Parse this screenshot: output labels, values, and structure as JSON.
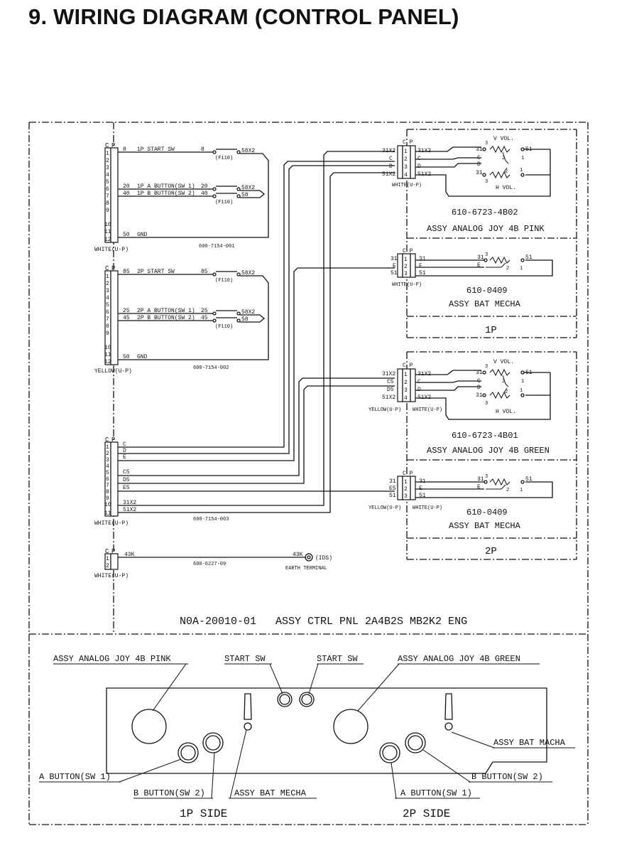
{
  "title": "9.  WIRING DIAGRAM (CONTROL PANEL)",
  "connectors": {
    "c1": {
      "pin_c": "C",
      "pin_p": "P",
      "color": "WHITE(U-P)",
      "part": "600-7154-001",
      "w8": "8",
      "lbl8": "1P START SW",
      "w20": "20",
      "lbl20": "1P A BUTTON(SW 1)",
      "w40": "40",
      "lbl40": "1P B BUTTON(SW 2)",
      "w50": "50",
      "gnd": "GND"
    },
    "c2": {
      "pin_c": "C",
      "pin_p": "P",
      "color": "YELLOW(U-P)",
      "part": "600-7154-002",
      "w85": "85",
      "lbl85": "2P START SW",
      "w25": "25",
      "lbl25": "2P A BUTTON(SW 1)",
      "w45": "45",
      "lbl45": "2P B BUTTON(SW 2)",
      "w50": "50",
      "gnd": "GND"
    },
    "c3": {
      "pin_c": "C",
      "pin_p": "P",
      "color": "WHITE(U-P)",
      "part": "600-7154-003",
      "wires": [
        "C",
        "D",
        "E",
        "C5",
        "D5",
        "E5",
        "31X2",
        "51X2"
      ]
    },
    "c4": {
      "pin_c": "C",
      "pin_p": "P",
      "color": "WHITE(U-P)",
      "part": "600-6227-09",
      "wire": "43K",
      "wire_r": "43K",
      "ids": "(IDS)",
      "earth": "EARTH TERMINAL"
    },
    "f110": "(F110)",
    "sw_in_8": "8",
    "sw_in_20": "20",
    "sw_in_40": "40",
    "sw_in_85": "85",
    "sw_in_25": "25",
    "sw_in_45": "45",
    "sw_out_1": "58X2",
    "sw_out_2": "58X2",
    "sw_out_3": "58",
    "sw_out_4": "58X2",
    "sw_out_5": "58X2",
    "sw_out_6": "58"
  },
  "panels": {
    "p1": {
      "joy": {
        "l": [
          "31X2",
          "C",
          "D",
          "51X2"
        ],
        "r": [
          "31X2",
          "C",
          "D",
          "51X2"
        ],
        "pins": [
          "1",
          "2",
          "3",
          "4"
        ],
        "color": "WHITE(U-P)",
        "v_vol": "V VOL.",
        "h_vol": "H VOL.",
        "r31a": "31",
        "r31b": "31",
        "r51": "51",
        "cc": "C",
        "dd": "D",
        "n3": "3",
        "n2": "2",
        "n1": "1",
        "n3b": "3",
        "n2b": "2",
        "n1b": "1",
        "part": "610-6723-4B02",
        "name": "ASSY ANALOG JOY 4B PINK"
      },
      "bat": {
        "l": [
          "31",
          "E",
          "51"
        ],
        "r": [
          "31",
          "E",
          "51"
        ],
        "pins": [
          "1",
          "2",
          "3"
        ],
        "color": "WHITE(U-P)",
        "r31": "31",
        "ee": "E",
        "n3": "3",
        "n2": "2",
        "n1": "1",
        "r51": "51",
        "part": "610-0409",
        "name": "ASSY BAT MECHA"
      },
      "label": "1P"
    },
    "p2": {
      "joy": {
        "l": [
          "31X2",
          "C5",
          "D5",
          "51X2"
        ],
        "r": [
          "31X2",
          "C",
          "D",
          "51X2"
        ],
        "pins": [
          "1",
          "2",
          "3",
          "4"
        ],
        "color_l": "YELLOW(U-P)",
        "color_r": "WHITE(U-P)",
        "v_vol": "V VOL.",
        "h_vol": "H VOL.",
        "r31a": "31",
        "r31b": "31",
        "r51": "51",
        "cc": "C",
        "dd": "D",
        "n3": "3",
        "n2": "2",
        "n1": "1",
        "n3b": "3",
        "n2b": "2",
        "n1b": "1",
        "part": "610-6723-4B01",
        "name": "ASSY ANALOG JOY 4B GREEN"
      },
      "bat": {
        "l": [
          "31",
          "E5",
          "51"
        ],
        "r": [
          "31",
          "E",
          "51"
        ],
        "pins": [
          "1",
          "2",
          "3"
        ],
        "color_l": "YELLOW(U-P)",
        "color_r": "WHITE(U-P)",
        "r31": "31",
        "ee": "E",
        "n3": "3",
        "n2": "2",
        "n1": "1",
        "r51": "51",
        "part": "610-0409",
        "name": "ASSY BAT MECHA"
      },
      "label": "2P"
    }
  },
  "assy": "N0A-20010-01   ASSY CTRL PNL 2A4B2S MB2K2 ENG",
  "layout_labels": {
    "joy_pink": "ASSY ANALOG JOY 4B PINK",
    "start_l": "START SW",
    "start_r": "START SW",
    "joy_green": "ASSY ANALOG JOY 4B GREEN",
    "bat_r": "ASSY BAT MACHA",
    "a_btn_l": "A BUTTON(SW 1)",
    "b_btn_l": "B BUTTON(SW 2)",
    "bat_l": "ASSY BAT MECHA",
    "a_btn_r": "A BUTTON(SW 1)",
    "b_btn_r": "B BUTTON(SW 2)",
    "side_1p": "1P SIDE",
    "side_2p": "2P SIDE"
  }
}
